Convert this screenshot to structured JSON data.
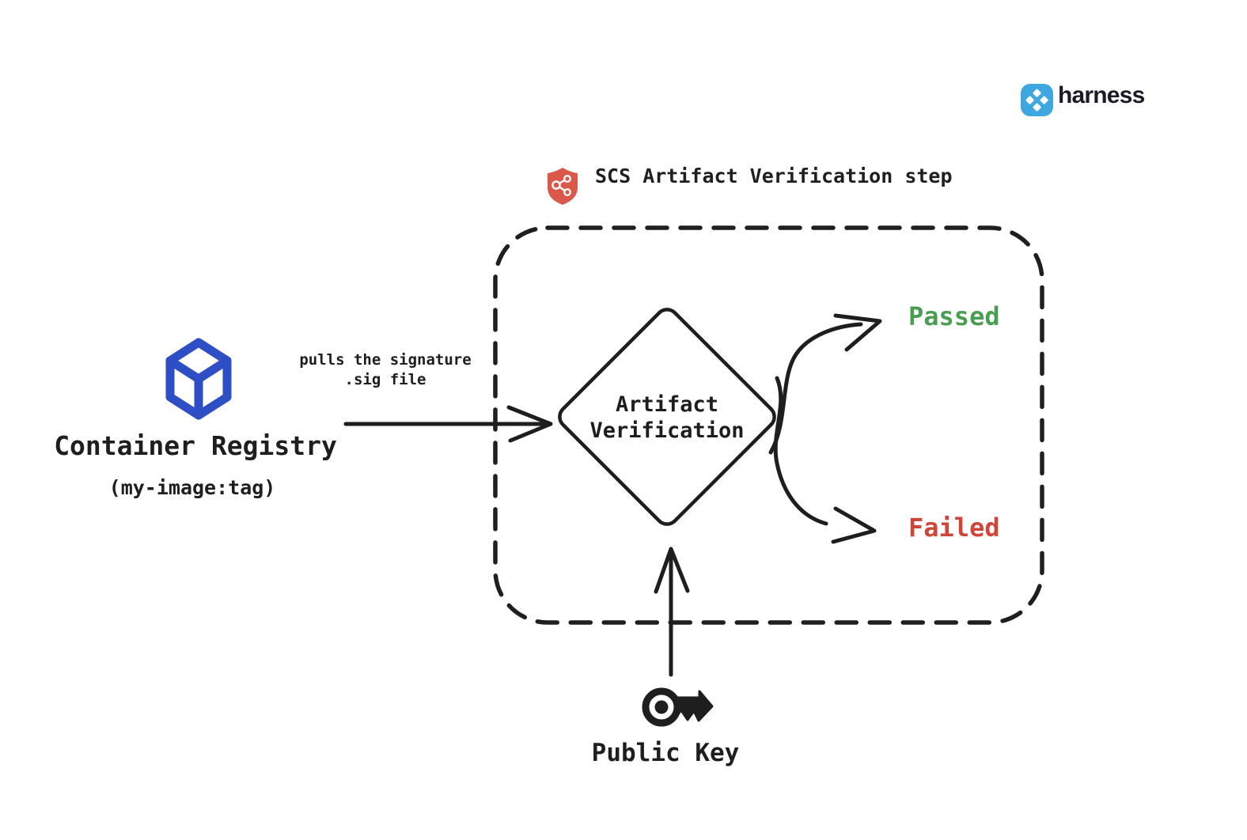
{
  "background": "#FFFFFF",
  "ink_color": "#1E1E1E",
  "brand": {
    "name": "harness",
    "icon": "harness-diamonds-icon",
    "icon_color": "#3FA7DF",
    "text_color": "#1B1B26"
  },
  "title": {
    "text": "SCS Artifact Verification step",
    "icon": "shield-network-icon",
    "icon_color": "#D9584A"
  },
  "nodes": {
    "container_registry": {
      "label": "Container Registry",
      "sublabel": "(my-image:tag)",
      "icon": "cube-icon",
      "icon_color": "#2E4EC6"
    },
    "decision": {
      "label_line1": "Artifact",
      "label_line2": "Verification"
    },
    "public_key": {
      "label": "Public Key",
      "icon": "key-icon",
      "icon_color": "#1E1E1E"
    }
  },
  "edges": {
    "pull": {
      "label_line1": "pulls the signature",
      "label_line2": ".sig file"
    },
    "passed": {
      "label": "Passed",
      "color": "#4A9E53"
    },
    "failed": {
      "label": "Failed",
      "color": "#CF4537"
    }
  }
}
